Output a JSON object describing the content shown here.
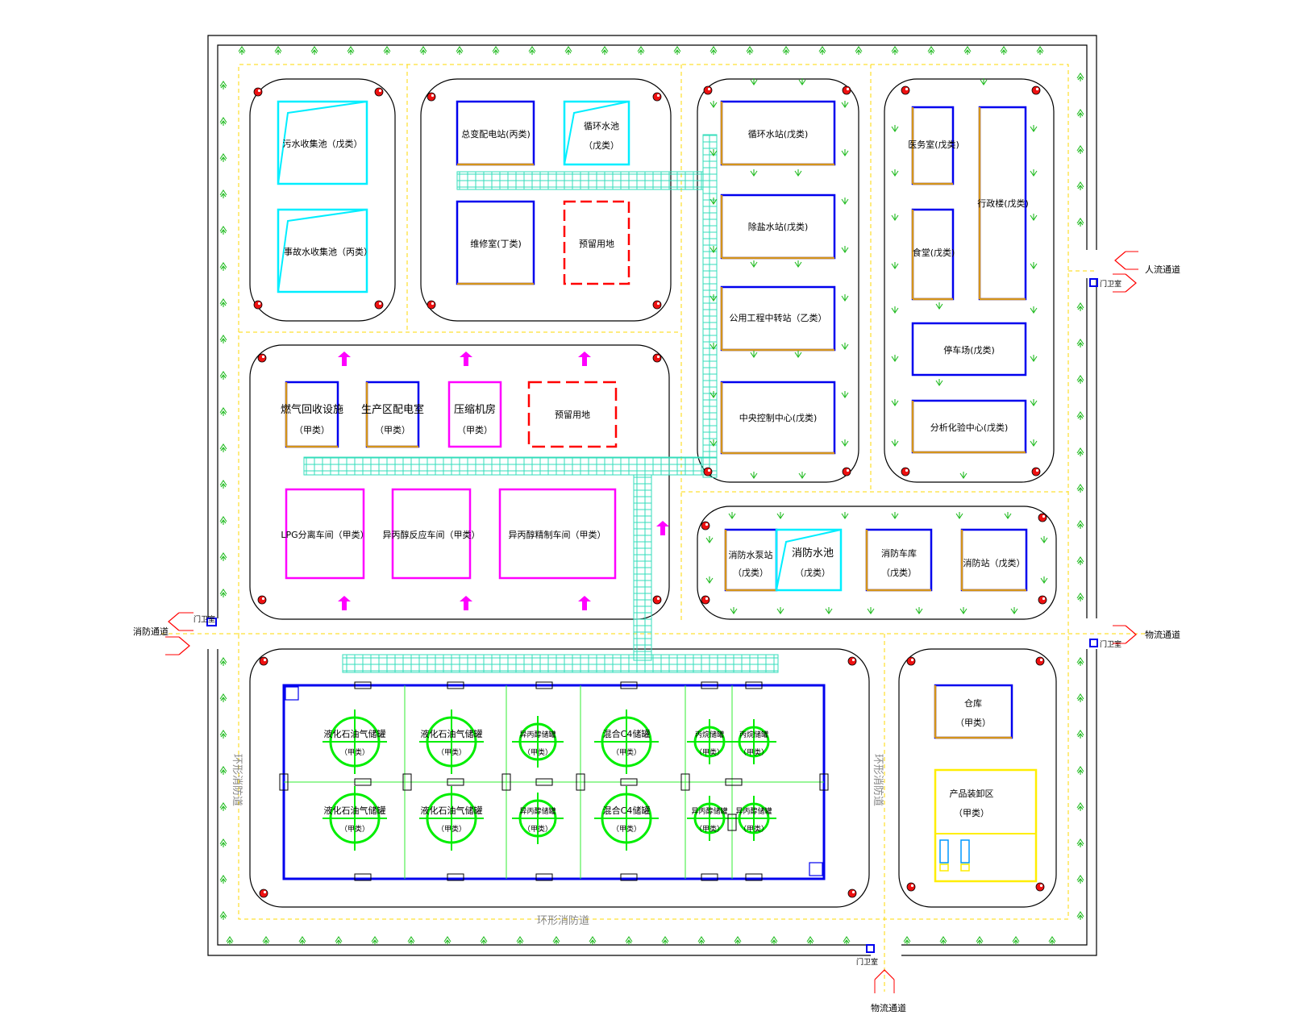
{
  "colors": {
    "wall": "#000000",
    "road_center": "#ffd900",
    "tree": "#22bb22",
    "pipe": "#33ddbb",
    "hydrant": "#ee1111",
    "class_a": "#ff00ff",
    "class_blue": "#0000ee",
    "class_orange": "#d4941a",
    "pool": "#00eeff",
    "reserved": "#ff0000",
    "tank": "#00ee00",
    "loading": "#ffee00"
  },
  "buildings": {
    "sewage_pool": "污水收集池（戊类）",
    "accident_pool": "事故水收集池（丙类）",
    "substation": "总变配电站(丙类)",
    "circulating_pool_1": "循环水池",
    "circulating_pool_2": "（戊类）",
    "repair_room": "维修室(丁类)",
    "reserved_land_1": "预留用地",
    "circulating_station": "循环水站(戊类)",
    "desalination_station": "除盐水站(戊类)",
    "utility_pipe_station": "公用工程中转站（乙类）",
    "central_control": "中央控制中心(戊类)",
    "clinic": "医务室(戊类)",
    "admin_building": "行政楼(戊类)",
    "canteen": "食堂(戊类)",
    "parking_lot": "停车场(戊类)",
    "analysis_center": "分析化验中心(戊类)",
    "torch_gas_recovery_1": "燃气回收设施",
    "torch_gas_recovery_2": "（甲类）",
    "production_power_1": "生产区配电室",
    "production_power_2": "（甲类）",
    "compressor_room_1": "压缩机房",
    "compressor_room_2": "（甲类）",
    "reserved_land_2": "预留用地",
    "lpg_workshop": "LPG分离车间（甲类）",
    "ipa_reaction": "异丙醇反应车间（甲类）",
    "ipa_refining": "异丙醇精制车间（甲类）",
    "fire_pump_1": "消防水泵站",
    "fire_pump_2": "（戊类）",
    "fire_pool_1": "消防水池",
    "fire_pool_2": "（戊类）",
    "fire_garage_1": "消防车库",
    "fire_garage_2": "（戊类）",
    "fire_station": "消防站（戊类）",
    "warehouse_1": "仓库",
    "warehouse_2": "（甲类）",
    "loading_area_1": "产品装卸区",
    "loading_area_2": "（甲类）"
  },
  "tanks": {
    "lpg_tank": "液化石油气储罐",
    "propylene_tank": "异丙醇储罐",
    "c4_tank": "混合C4储罐",
    "propane_tank": "丙烷储罐",
    "ipa_tank": "异丙醇储罐",
    "class": "（甲类）"
  },
  "roads": {
    "ring_road": "环形消防道",
    "fire_channel": "消防通道",
    "pedestrian": "人流通道",
    "logistics_east": "物流通道",
    "logistics_south": "物流通道",
    "gate": "门卫室",
    "gate_w": "门卫室"
  }
}
